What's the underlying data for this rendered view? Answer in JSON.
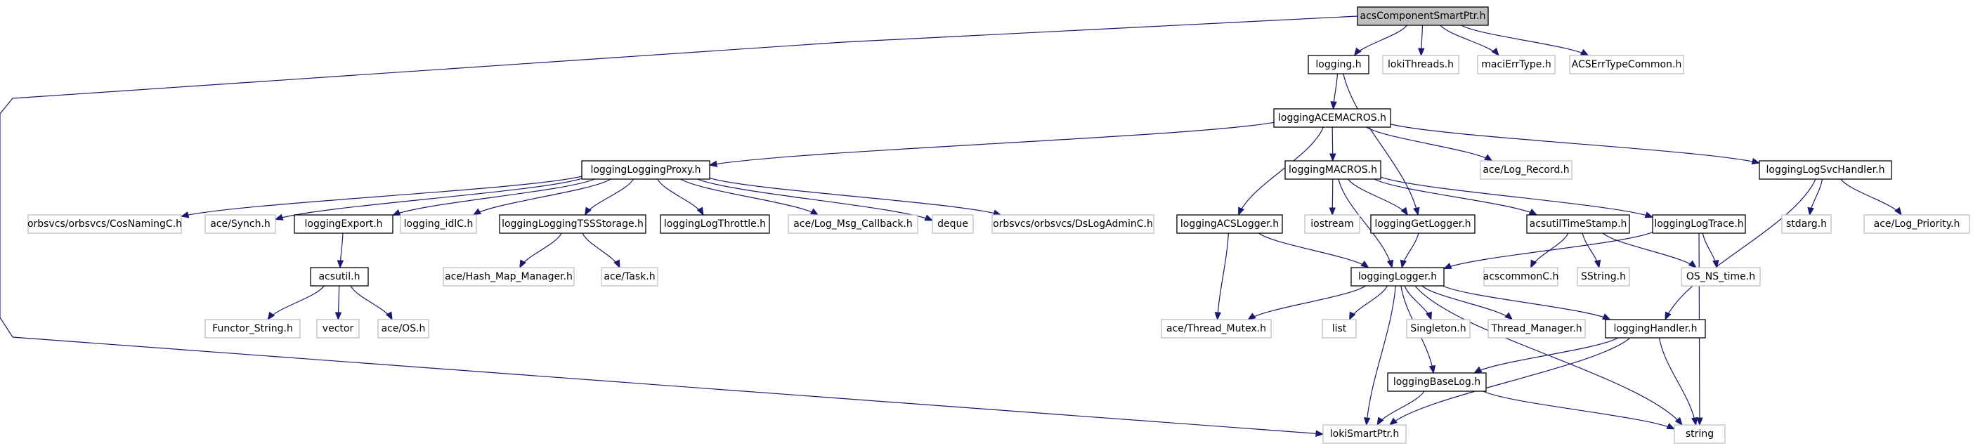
{
  "colors": {
    "edge": "#191970",
    "root_fill": "#bfbfbf",
    "documented_border": "#000000",
    "undocumented_border": "#bfbfbf",
    "text": "#000000"
  },
  "nodes": [
    {
      "id": "root",
      "label": "acsComponentSmartPtr.h",
      "kind": "root"
    },
    {
      "id": "logging_h",
      "label": "logging.h",
      "kind": "documented"
    },
    {
      "id": "lokiThreads",
      "label": "lokiThreads.h",
      "kind": "external"
    },
    {
      "id": "maciErrType",
      "label": "maciErrType.h",
      "kind": "external"
    },
    {
      "id": "ACSErrTypeCommon",
      "label": "ACSErrTypeCommon.h",
      "kind": "external"
    },
    {
      "id": "loggingACEMACROS",
      "label": "loggingACEMACROS.h",
      "kind": "documented"
    },
    {
      "id": "loggingLoggingProxy",
      "label": "loggingLoggingProxy.h",
      "kind": "documented"
    },
    {
      "id": "aceLogRecord",
      "label": "ace/Log_Record.h",
      "kind": "external"
    },
    {
      "id": "loggingMACROS",
      "label": "loggingMACROS.h",
      "kind": "documented"
    },
    {
      "id": "loggingLogSvcHandler",
      "label": "loggingLogSvcHandler.h",
      "kind": "documented"
    },
    {
      "id": "cosNaming",
      "label": "orbsvcs/orbsvcs/CosNamingC.h",
      "kind": "external"
    },
    {
      "id": "aceSynch",
      "label": "ace/Synch.h",
      "kind": "external"
    },
    {
      "id": "loggingExport",
      "label": "loggingExport.h",
      "kind": "documented"
    },
    {
      "id": "loggingIdlC",
      "label": "logging_idlC.h",
      "kind": "external"
    },
    {
      "id": "loggingTSSStorage",
      "label": "loggingLoggingTSSStorage.h",
      "kind": "documented"
    },
    {
      "id": "loggingLogThrottle",
      "label": "loggingLogThrottle.h",
      "kind": "documented"
    },
    {
      "id": "aceLogMsgCallback",
      "label": "ace/Log_Msg_Callback.h",
      "kind": "external"
    },
    {
      "id": "deque",
      "label": "deque",
      "kind": "external"
    },
    {
      "id": "dsLogAdmin",
      "label": "orbsvcs/orbsvcs/DsLogAdminC.h",
      "kind": "external"
    },
    {
      "id": "loggingACSLogger",
      "label": "loggingACSLogger.h",
      "kind": "documented"
    },
    {
      "id": "iostream",
      "label": "iostream",
      "kind": "external"
    },
    {
      "id": "loggingGetLogger",
      "label": "loggingGetLogger.h",
      "kind": "documented"
    },
    {
      "id": "acsutilTimeStamp",
      "label": "acsutilTimeStamp.h",
      "kind": "documented"
    },
    {
      "id": "loggingLogTrace",
      "label": "loggingLogTrace.h",
      "kind": "documented"
    },
    {
      "id": "stdarg",
      "label": "stdarg.h",
      "kind": "external"
    },
    {
      "id": "aceLogPriority",
      "label": "ace/Log_Priority.h",
      "kind": "external"
    },
    {
      "id": "acsutil",
      "label": "acsutil.h",
      "kind": "documented"
    },
    {
      "id": "aceHashMap",
      "label": "ace/Hash_Map_Manager.h",
      "kind": "external"
    },
    {
      "id": "aceTask",
      "label": "ace/Task.h",
      "kind": "external"
    },
    {
      "id": "loggingLogger",
      "label": "loggingLogger.h",
      "kind": "documented"
    },
    {
      "id": "acscommonC",
      "label": "acscommonC.h",
      "kind": "external"
    },
    {
      "id": "SString",
      "label": "SString.h",
      "kind": "external"
    },
    {
      "id": "OSNSTime",
      "label": "OS_NS_time.h",
      "kind": "external"
    },
    {
      "id": "functorString",
      "label": "Functor_String.h",
      "kind": "external"
    },
    {
      "id": "vector",
      "label": "vector",
      "kind": "external"
    },
    {
      "id": "aceOS",
      "label": "ace/OS.h",
      "kind": "external"
    },
    {
      "id": "aceThreadMutex",
      "label": "ace/Thread_Mutex.h",
      "kind": "external"
    },
    {
      "id": "list",
      "label": "list",
      "kind": "external"
    },
    {
      "id": "Singleton",
      "label": "Singleton.h",
      "kind": "external"
    },
    {
      "id": "ThreadManager",
      "label": "Thread_Manager.h",
      "kind": "external"
    },
    {
      "id": "loggingHandler",
      "label": "loggingHandler.h",
      "kind": "documented"
    },
    {
      "id": "loggingBaseLog",
      "label": "loggingBaseLog.h",
      "kind": "documented"
    },
    {
      "id": "lokiSmartPtr",
      "label": "lokiSmartPtr.h",
      "kind": "external"
    },
    {
      "id": "string",
      "label": "string",
      "kind": "external"
    }
  ],
  "edges": [
    [
      "root",
      "logging_h"
    ],
    [
      "root",
      "lokiThreads"
    ],
    [
      "root",
      "maciErrType"
    ],
    [
      "root",
      "ACSErrTypeCommon"
    ],
    [
      "root",
      "lokiSmartPtr"
    ],
    [
      "logging_h",
      "loggingACEMACROS"
    ],
    [
      "logging_h",
      "loggingGetLogger"
    ],
    [
      "loggingACEMACROS",
      "loggingLoggingProxy"
    ],
    [
      "loggingACEMACROS",
      "aceLogRecord"
    ],
    [
      "loggingACEMACROS",
      "loggingMACROS"
    ],
    [
      "loggingACEMACROS",
      "loggingLogSvcHandler"
    ],
    [
      "loggingACEMACROS",
      "loggingACSLogger"
    ],
    [
      "loggingLoggingProxy",
      "cosNaming"
    ],
    [
      "loggingLoggingProxy",
      "aceSynch"
    ],
    [
      "loggingLoggingProxy",
      "loggingExport"
    ],
    [
      "loggingLoggingProxy",
      "loggingIdlC"
    ],
    [
      "loggingLoggingProxy",
      "loggingTSSStorage"
    ],
    [
      "loggingLoggingProxy",
      "loggingLogThrottle"
    ],
    [
      "loggingLoggingProxy",
      "aceLogMsgCallback"
    ],
    [
      "loggingLoggingProxy",
      "deque"
    ],
    [
      "loggingLoggingProxy",
      "dsLogAdmin"
    ],
    [
      "loggingExport",
      "acsutil"
    ],
    [
      "acsutil",
      "functorString"
    ],
    [
      "acsutil",
      "vector"
    ],
    [
      "acsutil",
      "aceOS"
    ],
    [
      "loggingTSSStorage",
      "aceHashMap"
    ],
    [
      "loggingTSSStorage",
      "aceTask"
    ],
    [
      "loggingMACROS",
      "iostream"
    ],
    [
      "loggingMACROS",
      "loggingGetLogger"
    ],
    [
      "loggingMACROS",
      "acsutilTimeStamp"
    ],
    [
      "loggingMACROS",
      "loggingLogTrace"
    ],
    [
      "loggingMACROS",
      "loggingLogger"
    ],
    [
      "loggingLogSvcHandler",
      "stdarg"
    ],
    [
      "loggingLogSvcHandler",
      "aceLogPriority"
    ],
    [
      "loggingLogSvcHandler",
      "loggingHandler"
    ],
    [
      "loggingACSLogger",
      "loggingLogger"
    ],
    [
      "loggingACSLogger",
      "aceThreadMutex"
    ],
    [
      "loggingGetLogger",
      "loggingLogger"
    ],
    [
      "acsutilTimeStamp",
      "acscommonC"
    ],
    [
      "acsutilTimeStamp",
      "SString"
    ],
    [
      "acsutilTimeStamp",
      "OSNSTime"
    ],
    [
      "loggingLogTrace",
      "loggingLogger"
    ],
    [
      "loggingLogTrace",
      "OSNSTime"
    ],
    [
      "loggingLogTrace",
      "string"
    ],
    [
      "loggingLogger",
      "aceThreadMutex"
    ],
    [
      "loggingLogger",
      "list"
    ],
    [
      "loggingLogger",
      "Singleton"
    ],
    [
      "loggingLogger",
      "ThreadManager"
    ],
    [
      "loggingLogger",
      "loggingHandler"
    ],
    [
      "loggingLogger",
      "loggingBaseLog"
    ],
    [
      "loggingLogger",
      "lokiSmartPtr"
    ],
    [
      "loggingLogger",
      "string"
    ],
    [
      "loggingHandler",
      "loggingBaseLog"
    ],
    [
      "loggingHandler",
      "lokiSmartPtr"
    ],
    [
      "loggingHandler",
      "string"
    ],
    [
      "loggingBaseLog",
      "lokiSmartPtr"
    ],
    [
      "loggingBaseLog",
      "string"
    ]
  ]
}
